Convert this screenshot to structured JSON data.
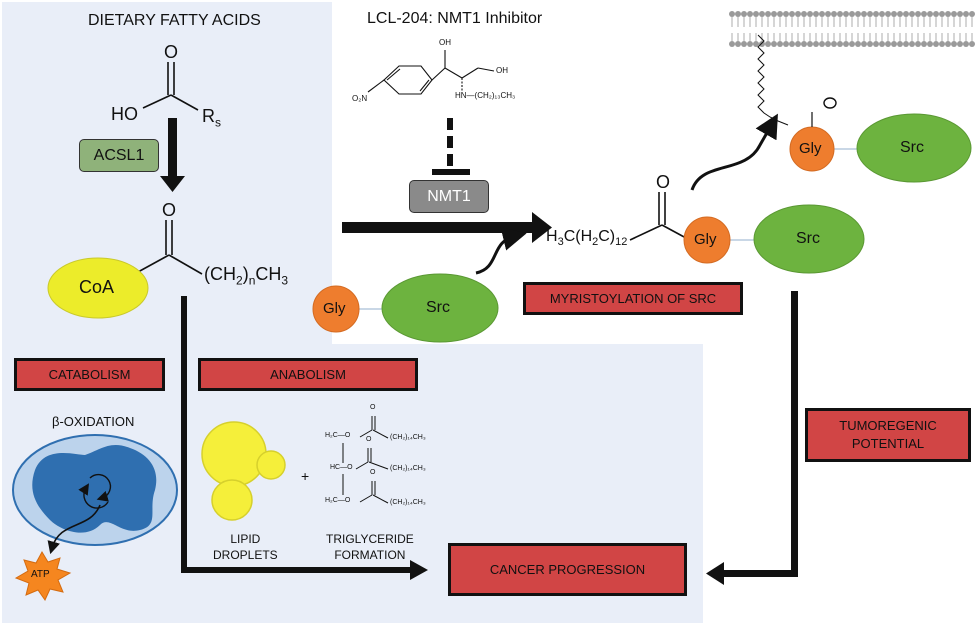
{
  "colors": {
    "panel_bg": "#e9eef8",
    "red_box": "#d14545",
    "coa_yellow": "#ecec2a",
    "gly_orange": "#ee7d2e",
    "src_green": "#6db33f",
    "acsl1_green": "#8fb27a",
    "nmt1_grey": "#8a8a8a",
    "mito_blue": "#2f6fb0",
    "atp_orange": "#f5861f",
    "lipid_yellow": "#f5ef3a"
  },
  "left_panel": {
    "title": "DIETARY FATTY ACIDS",
    "acid_O": "O",
    "acid_HO": "HO",
    "acid_R": "R",
    "acid_R_sub": "s",
    "enzyme": "ACSL1",
    "acylcoa_O": "O",
    "coa": "CoA",
    "chain_main": "(CH",
    "chain_sub1": "2",
    "chain_mid": ")",
    "chain_sub2": "n",
    "chain_end": "CH",
    "chain_sub3": "3"
  },
  "inhibitor": {
    "title": "LCL-204: NMT1 Inhibitor",
    "oh_top": "OH",
    "oh_right": "OH",
    "no2": "O₂N",
    "nh_chain": "HN—(CH₂)₁₃CH₃",
    "enzyme": "NMT1"
  },
  "myristoyl": {
    "O": "O",
    "formula_h": "H",
    "formula_h_sub": "3",
    "formula_c": "C(H",
    "formula_2": "2",
    "formula_c2": "C)",
    "formula_12": "12"
  },
  "proteins": {
    "gly": "Gly",
    "src": "Src",
    "membrane_O": "O"
  },
  "boxes": {
    "myristoylation": "MYRISTOYLATION OF SRC",
    "catabolism": "CATABOLISM",
    "anabolism": "ANABOLISM",
    "tumoregenic": "TUMOREGENIC\nPOTENTIAL",
    "cancer": "CANCER PROGRESSION"
  },
  "bottom": {
    "beta_oxidation": "β-OXIDATION",
    "atp": "ATP",
    "plus": "+",
    "lipid_droplets": "LIPID\nDROPLETS",
    "triglyceride": "TRIGLYCERIDE\nFORMATION",
    "tg_rows": [
      "H₂C—O",
      "HC—O",
      "H₂C—O"
    ],
    "tg_chain": "(CH₂)₁₄CH₃",
    "tg_O": "O"
  }
}
